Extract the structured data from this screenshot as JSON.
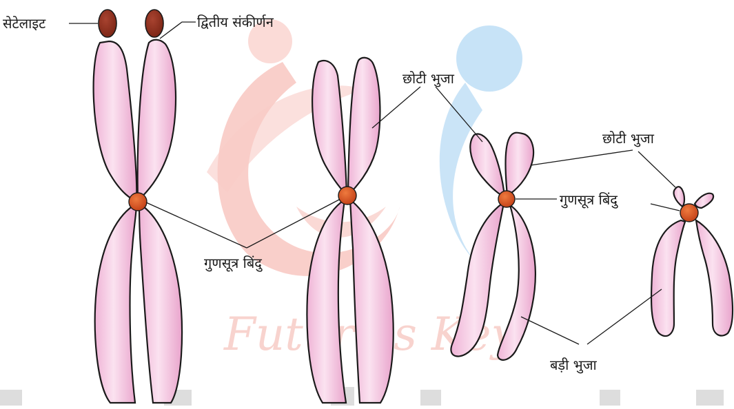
{
  "labels": {
    "satellite": "सेटेलाइट",
    "secondary_constriction": "द्वितीय संकीर्णन",
    "centromere_1": "गुणसूत्र बिंदु",
    "short_arm_1": "छोटी भुजा",
    "short_arm_2": "छोटी भुजा",
    "centromere_2": "गुणसूत्र बिंदु",
    "long_arm": "बड़ी भुजा"
  },
  "watermark": {
    "text": "Future's Key"
  },
  "colors": {
    "arm_fill": "#efb3d6",
    "arm_highlight": "#fbe2f0",
    "centromere": "#d24a1c",
    "satellite": "#8e2d1b",
    "outline": "#1a1a1a",
    "watermark_red": "#f08c80",
    "watermark_blue": "#8ec6ee",
    "watermark_gray": "#c7c7c7"
  }
}
